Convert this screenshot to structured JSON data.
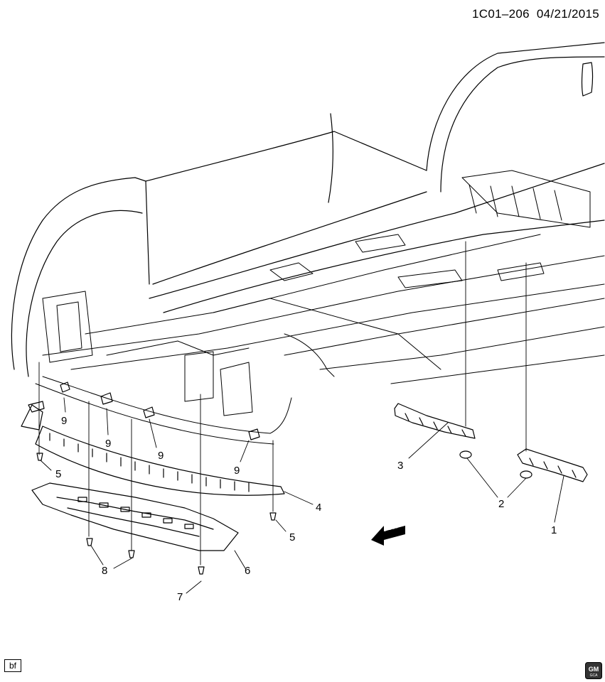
{
  "header": {
    "code": "1C01–206",
    "date": "04/21/2015"
  },
  "footer": {
    "view_code": "bf",
    "brand": "GM",
    "brand_sub": "GCA"
  },
  "direction_label": "FRT",
  "callouts": [
    "9",
    "9",
    "9",
    "9",
    "5",
    "5",
    "4",
    "6",
    "7",
    "8",
    "3",
    "2",
    "1"
  ]
}
